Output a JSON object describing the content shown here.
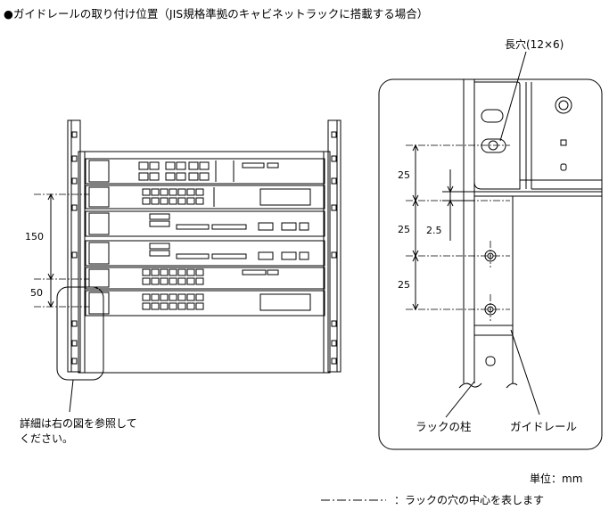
{
  "title": "●ガイドレールの取り付け位置（JIS規格準拠のキャビネットラックに搭載する場合）",
  "left": {
    "dim_150": "150",
    "dim_50": "50",
    "note_line1": "詳細は右の図を参照して",
    "note_line2": "ください。"
  },
  "right": {
    "slot_label": "長穴(12×6)",
    "dim_25_a": "25",
    "dim_25_b": "25",
    "dim_25_c": "25",
    "dim_2_5": "2.5",
    "rack_post_label": "ラックの柱",
    "guide_rail_label": "ガイドレール"
  },
  "footer": {
    "unit": "単位：mm",
    "legend_line": "- - - - - -",
    "legend_text": "：ラックの穴の中心を表します"
  }
}
